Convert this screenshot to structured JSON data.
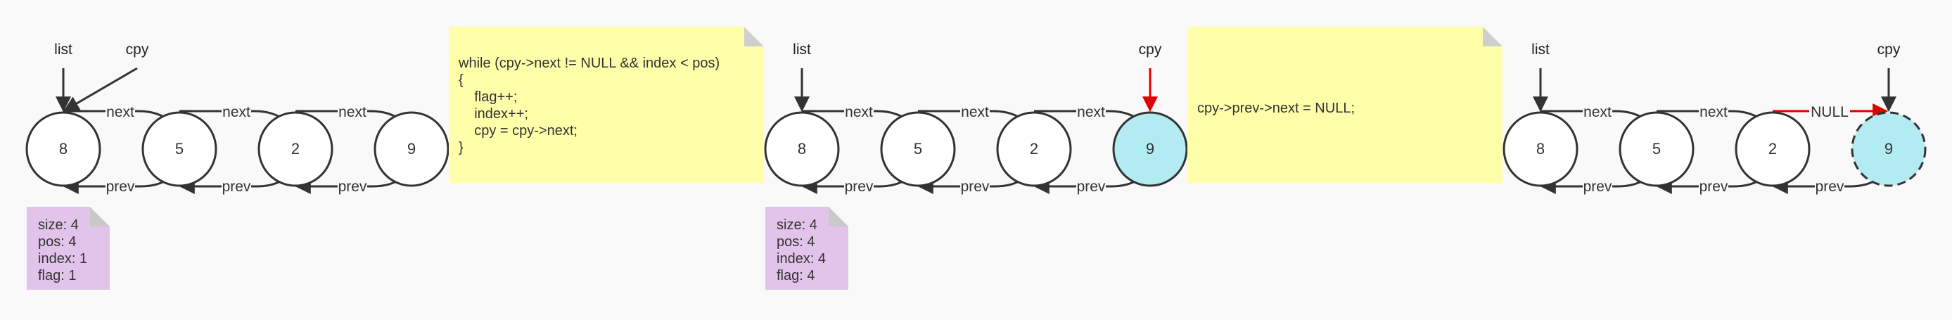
{
  "colors": {
    "background": "#f9f9f9",
    "note_yellow": "#ffffaa",
    "memo_purple": "#e2c3ea",
    "highlight_node": "#b3ebf2",
    "red_arrow": "#e00000",
    "stroke": "#333333"
  },
  "panels": [
    {
      "nodes": [
        "8",
        "5",
        "2",
        "9"
      ],
      "next_labels": [
        "next",
        "next",
        "next"
      ],
      "prev_labels": [
        "prev",
        "prev",
        "prev"
      ],
      "pointers": {
        "list": "list",
        "cpy": "cpy"
      },
      "memo": [
        "size: 4",
        "pos: 4",
        "index: 1",
        "flag: 1"
      ]
    },
    {
      "nodes": [
        "8",
        "5",
        "2",
        "9"
      ],
      "next_labels": [
        "next",
        "next",
        "next"
      ],
      "prev_labels": [
        "prev",
        "prev",
        "prev"
      ],
      "pointers": {
        "list": "list",
        "cpy": "cpy"
      },
      "memo": [
        "size: 4",
        "pos: 4",
        "index: 4",
        "flag: 4"
      ]
    },
    {
      "nodes": [
        "8",
        "5",
        "2",
        "9"
      ],
      "next_labels": [
        "next",
        "next",
        "NULL"
      ],
      "prev_labels": [
        "prev",
        "prev",
        "prev"
      ],
      "pointers": {
        "list": "list",
        "cpy": "cpy"
      }
    }
  ],
  "notes": {
    "loop_code": "while (cpy->next != NULL && index < pos)\n{\n    flag++;\n    index++;\n    cpy = cpy->next;\n}",
    "unlink_code": "cpy->prev->next = NULL;"
  }
}
